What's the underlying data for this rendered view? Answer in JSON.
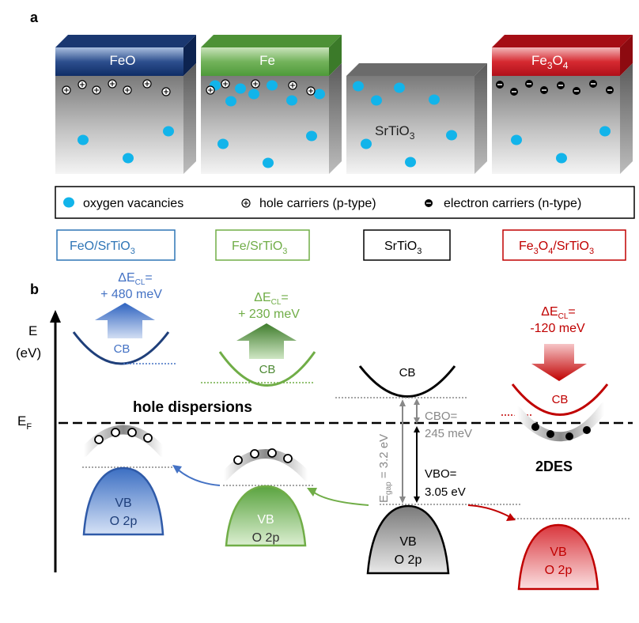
{
  "panel_a": {
    "label": "a",
    "blocks": [
      {
        "top_label": "FeO",
        "top_color": "#1f3f7a"
      },
      {
        "top_label": "Fe",
        "top_color": "#5ea94a"
      },
      {
        "top_label": "",
        "inner_label": "SrTiO",
        "inner_sub": "3"
      },
      {
        "top_label": "Fe",
        "top_sub1": "3",
        "top_mid": "O",
        "top_sub2": "4",
        "top_color": "#c8141b"
      }
    ],
    "legend": {
      "vacancies": "oxygen vacancies",
      "holes": "hole carriers (p-type)",
      "electrons": "electron carriers (n-type)"
    },
    "boxes": [
      {
        "pre": "FeO/SrTiO",
        "sub": "3",
        "color": "#2e75b6"
      },
      {
        "pre": "Fe/SrTiO",
        "sub": "3",
        "color": "#70ad47"
      },
      {
        "pre": "SrTiO",
        "sub": "3",
        "color": "#000000"
      },
      {
        "pre": "Fe",
        "sub": "3",
        "mid": "O",
        "sub2": "4",
        "post": "/SrTiO",
        "sub3": "3",
        "color": "#c00000"
      }
    ]
  },
  "panel_b": {
    "label": "b",
    "axis_e": "E",
    "axis_unit": "(eV)",
    "fermi": "E",
    "fermi_sub": "F",
    "hole_dispersions": "hole dispersions",
    "twodes": "2DES",
    "cb": "CB",
    "vb": "VB",
    "o2p": "O 2p",
    "shifts": [
      {
        "label": "ΔE",
        "sub": "CL",
        "eq": "=",
        "value": "+ 480 meV",
        "color": "#4472c4"
      },
      {
        "label": "ΔE",
        "sub": "CL",
        "eq": "=",
        "value": "+ 230 meV",
        "color": "#70ad47"
      },
      {
        "label": "ΔE",
        "sub": "CL",
        "eq": "=",
        "value": "-120 meV",
        "color": "#c00000"
      }
    ],
    "gap_label": "E",
    "gap_sub": "gap",
    "gap_value": " = 3.2 eV",
    "cbo_label": "CBO=",
    "cbo_value": "245 meV",
    "vbo_label": "VBO=",
    "vbo_value": "3.05 eV"
  }
}
